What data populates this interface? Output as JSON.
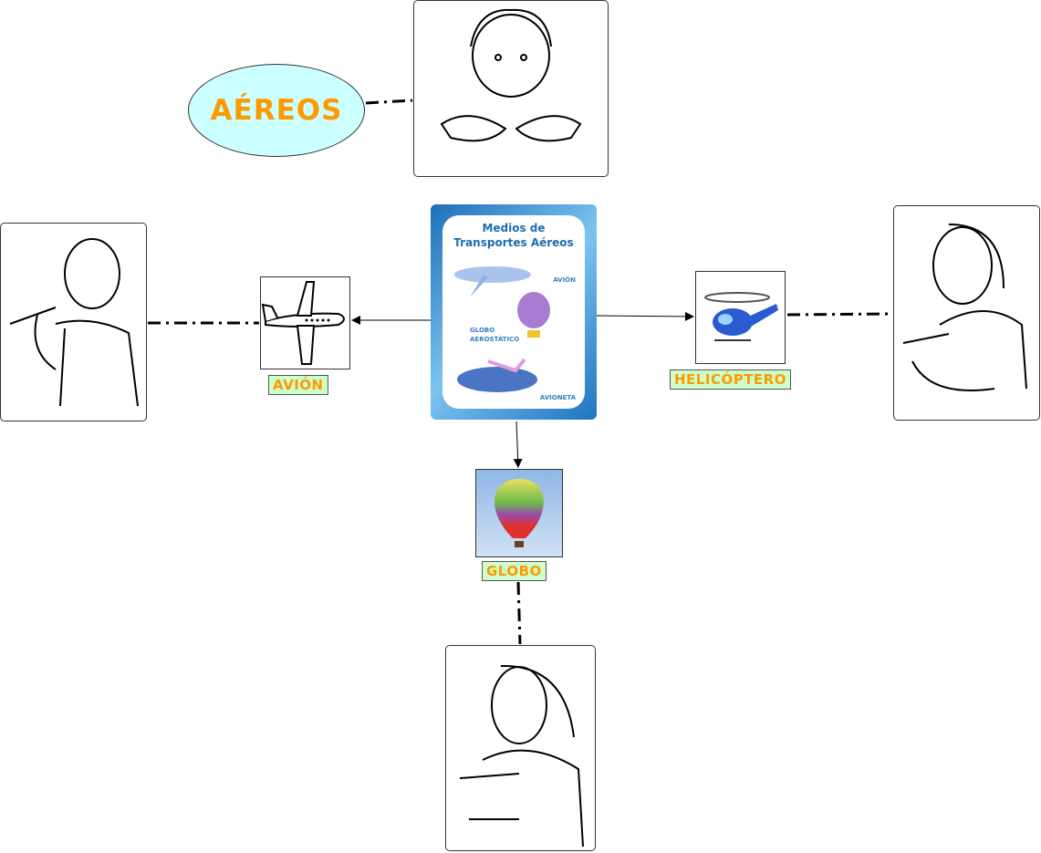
{
  "main_concept": "AÉREOS",
  "central_image": {
    "title_line1": "Medios de",
    "title_line2": "Transportes Aéreos",
    "items": [
      "AVIÓN",
      "GLOBO",
      "AEROSTÁTICO",
      "AVIONETA"
    ]
  },
  "nodes": [
    {
      "label": "AVIÓN"
    },
    {
      "label": "HELICÓPTERO"
    },
    {
      "label": "GLOBO"
    }
  ],
  "colors": {
    "label_text": "#ff9900",
    "label_bg": "#ccffcc",
    "ellipse_bg": "#ccffff"
  }
}
